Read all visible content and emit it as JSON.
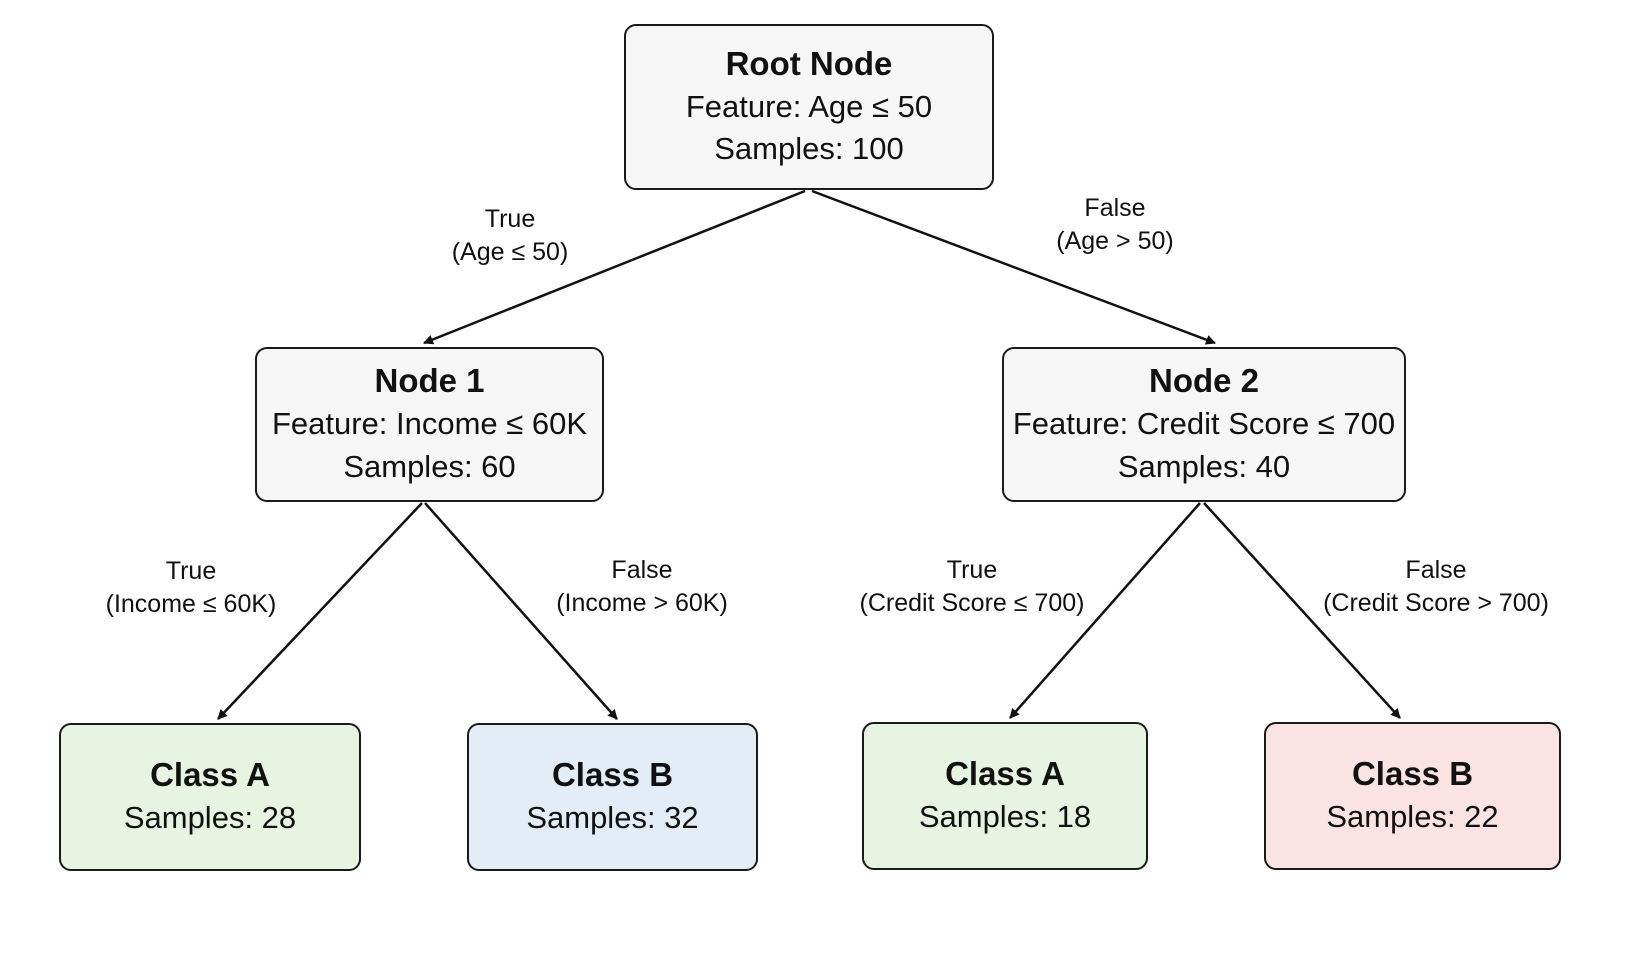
{
  "nodes": {
    "root": {
      "title": "Root Node",
      "feature": "Feature: Age ≤ 50",
      "samples": "Samples: 100"
    },
    "node1": {
      "title": "Node 1",
      "feature": "Feature: Income ≤ 60K",
      "samples": "Samples: 60"
    },
    "node2": {
      "title": "Node 2",
      "feature": "Feature: Credit Score ≤ 700",
      "samples": "Samples: 40"
    },
    "leaf1": {
      "title": "Class A",
      "samples": "Samples: 28",
      "color": "#e6f4e1"
    },
    "leaf2": {
      "title": "Class B",
      "samples": "Samples: 32",
      "color": "#e2edf8"
    },
    "leaf3": {
      "title": "Class A",
      "samples": "Samples: 18",
      "color": "#e6f4e1"
    },
    "leaf4": {
      "title": "Class B",
      "samples": "Samples: 22",
      "color": "#fbe3e3"
    }
  },
  "edges": {
    "root_to_node1": {
      "branch": "True",
      "condition": "(Age ≤ 50)"
    },
    "root_to_node2": {
      "branch": "False",
      "condition": "(Age > 50)"
    },
    "node1_to_leaf1": {
      "branch": "True",
      "condition": "(Income ≤ 60K)"
    },
    "node1_to_leaf2": {
      "branch": "False",
      "condition": "(Income > 60K)"
    },
    "node2_to_leaf3": {
      "branch": "True",
      "condition": "(Credit Score ≤ 700)"
    },
    "node2_to_leaf4": {
      "branch": "False",
      "condition": "(Credit Score > 700)"
    }
  }
}
